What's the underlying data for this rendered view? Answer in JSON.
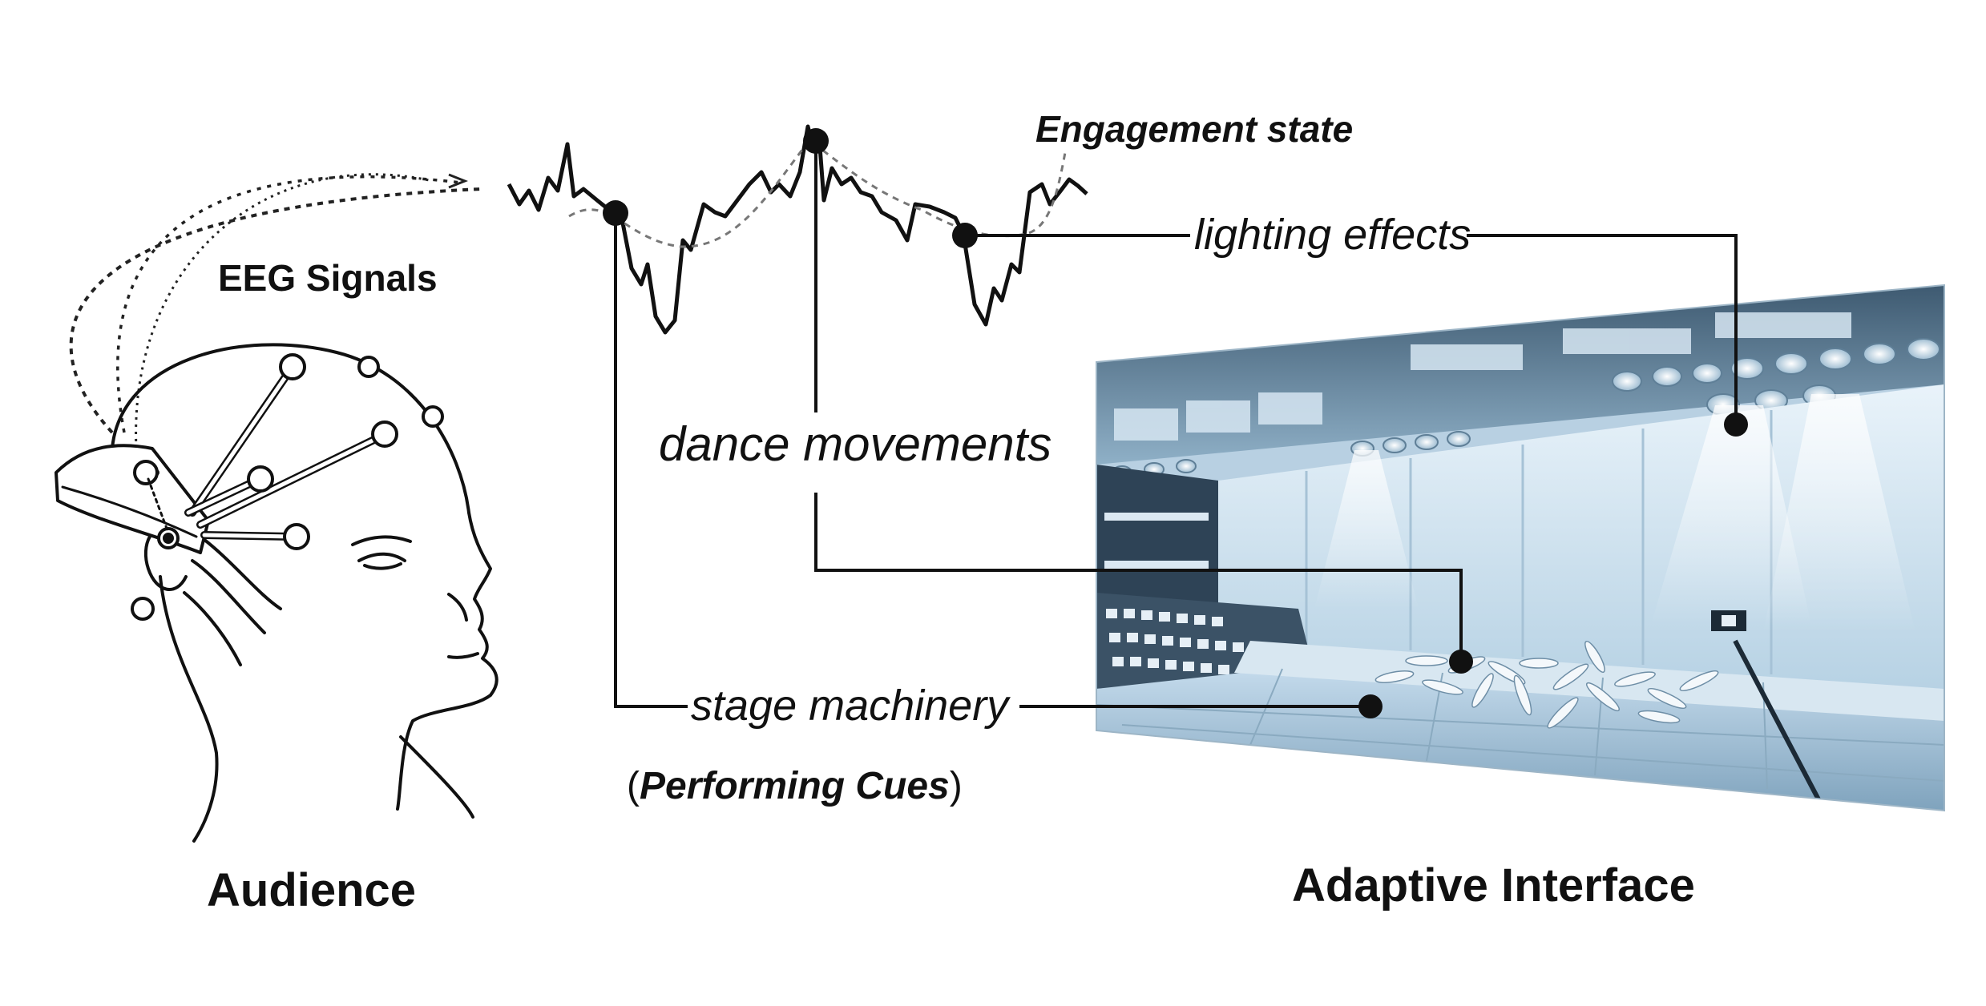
{
  "labels": {
    "engagement_state": "Engagement state",
    "eeg_signals": "EEG Signals",
    "lighting_effects": "lighting effects",
    "dance_movements": "dance movements",
    "stage_machinery": "stage machinery",
    "performing_cues": "Performing Cues",
    "paren_open": "(",
    "paren_close": ")",
    "audience": "Audience",
    "adaptive_interface": "Adaptive Interface"
  },
  "colors": {
    "ink": "#111111",
    "stage_wall": "#cfe3f1",
    "stage_floor": "#a9c8dc",
    "stage_ceiling": "#5f7f97",
    "stage_dark": "#243444"
  },
  "icons": {
    "head": "person-head-with-eeg-headset-icon",
    "stage": "theater-stage-render-icon"
  }
}
